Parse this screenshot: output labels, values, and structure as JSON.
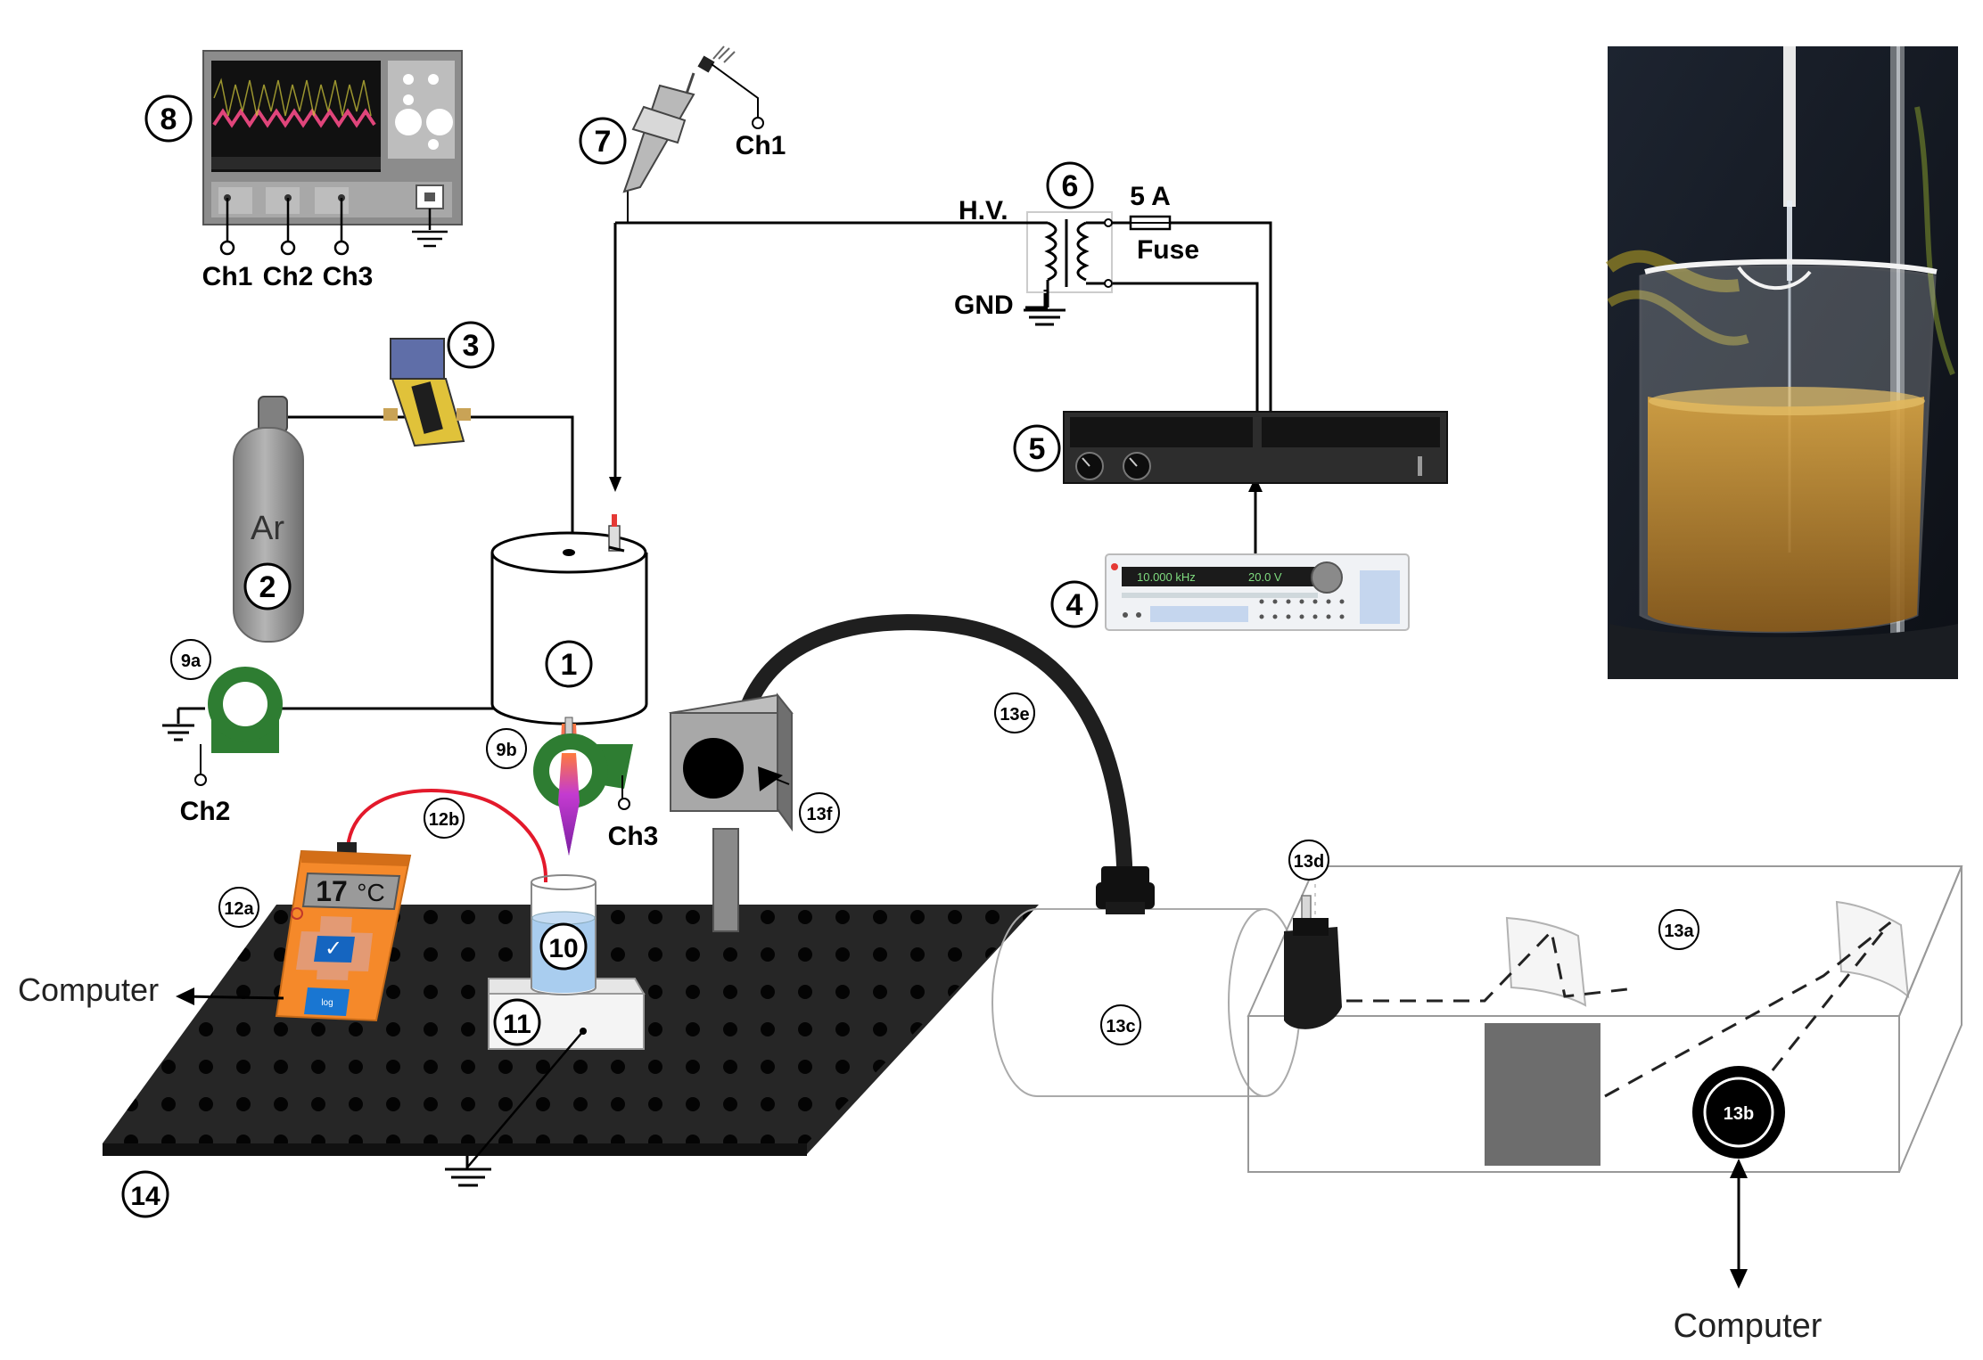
{
  "labels": {
    "ch1_scope": "Ch1",
    "ch2_scope": "Ch2",
    "ch3_scope": "Ch3",
    "ch1_probe": "Ch1",
    "ch2_coil": "Ch2",
    "ch3_coil": "Ch3",
    "hv": "H.V.",
    "gnd": "GND",
    "fuse_rating": "5 A",
    "fuse": "Fuse",
    "argon": "Ar",
    "computer_left": "Computer",
    "computer_right": "Computer",
    "temp_value": "17",
    "temp_unit": "°C",
    "log_button": "log",
    "generator_freq": "10.000 kHz",
    "generator_volt": "20.0 V"
  },
  "callouts": {
    "n1": "1",
    "n2": "2",
    "n3": "3",
    "n4": "4",
    "n5": "5",
    "n6": "6",
    "n7": "7",
    "n8": "8",
    "n9a": "9a",
    "n9b": "9b",
    "n10": "10",
    "n11": "11",
    "n12a": "12a",
    "n12b": "12b",
    "n13a": "13a",
    "n13b": "13b",
    "n13c": "13c",
    "n13d": "13d",
    "n13e": "13e",
    "n13f": "13f",
    "n14": "14"
  },
  "colors": {
    "table": "#262626",
    "cable": "#262626",
    "coil_green": "#2e7d32",
    "thermometer_orange": "#f5892a",
    "thermo_lead_red": "#e3192b",
    "argon_cylinder": "#9e9e9e",
    "plasma_purple": "#8e24aa",
    "water_blue": "#a9cdef",
    "photo_liquid": "#c8902e"
  }
}
